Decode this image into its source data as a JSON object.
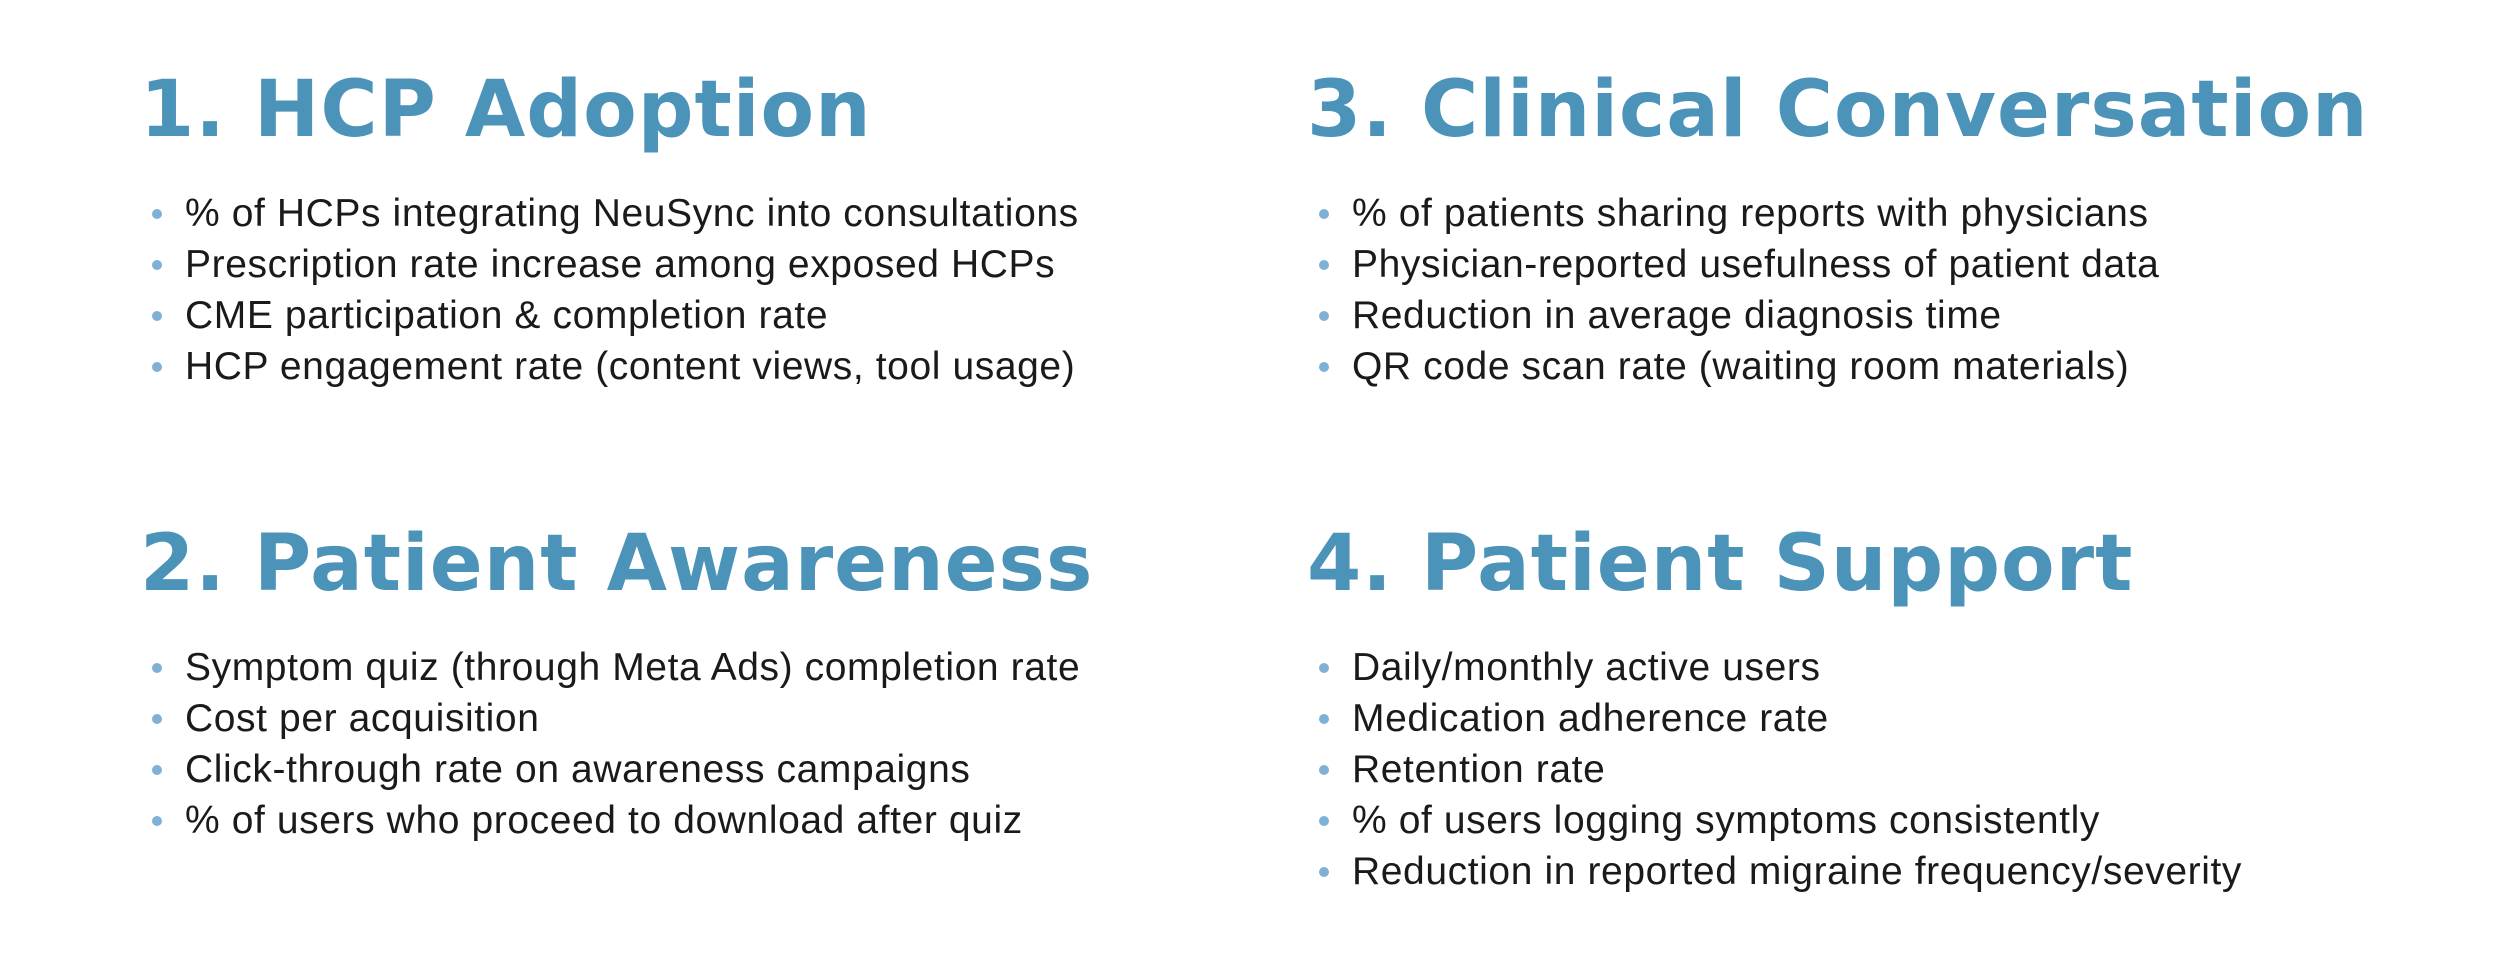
{
  "sections": [
    {
      "heading": "1. HCP Adoption",
      "items": [
        "% of HCPs integrating NeuSync into consultations",
        "Prescription rate increase among exposed HCPs",
        "CME participation & completion rate",
        "HCP engagement rate (content views, tool usage)"
      ]
    },
    {
      "heading": "3. Clinical Conversation",
      "items": [
        "% of patients sharing reports with physicians",
        "Physician-reported usefulness of patient data",
        "Reduction in average diagnosis time",
        "QR code scan rate (waiting room materials)"
      ]
    },
    {
      "heading": "2. Patient Awareness",
      "items": [
        "Symptom quiz (through Meta Ads) completion rate",
        "Cost per acquisition",
        "Click-through rate on awareness campaigns",
        "% of users who proceed to download after quiz"
      ]
    },
    {
      "heading": "4. Patient Support",
      "items": [
        "Daily/monthly active users",
        "Medication adherence rate",
        "Retention rate",
        "% of users logging symptoms consistently",
        "Reduction in reported migraine frequency/severity"
      ]
    }
  ],
  "colors": {
    "heading": "#4b93b8",
    "bullet": "#7fb0d6",
    "text": "#1a1a1a"
  }
}
